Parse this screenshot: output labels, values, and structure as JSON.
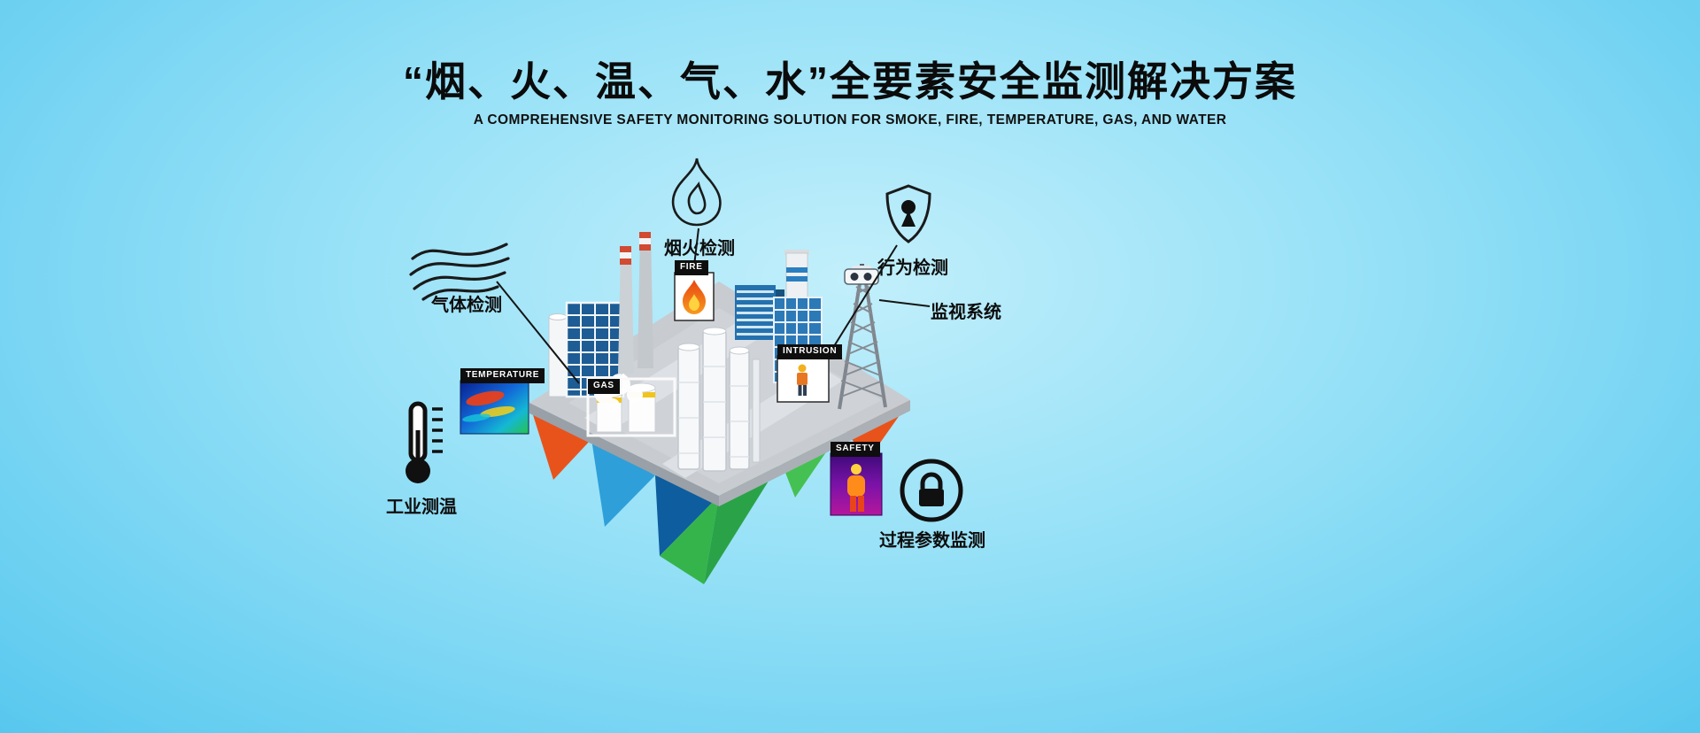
{
  "page": {
    "title": "“烟、火、温、气、水”全要素安全监测解决方案",
    "subtitle": "A COMPREHENSIVE SAFETY MONITORING SOLUTION FOR SMOKE, FIRE, TEMPERATURE, GAS, AND WATER"
  },
  "callouts": {
    "gas_detection": "气体检测",
    "smoke_fire_detection": "烟火检测",
    "behavior_detection": "行为检测",
    "surveillance_system": "监视系统",
    "industrial_temperature": "工业测温",
    "process_parameter_monitoring": "过程参数监测"
  },
  "scene_tags": {
    "temperature": "TEMPERATURE",
    "fire": "FIRE",
    "gas": "GAS",
    "intrusion": "INTRUSION",
    "safety": "SAFETY"
  },
  "icons": {
    "gas_detection": "smoke-waves-icon",
    "smoke_fire_detection": "flame-droplet-icon",
    "behavior_detection": "shield-keyhole-icon",
    "surveillance_system": "camera-tower-icon",
    "industrial_temperature": "thermometer-icon",
    "process_parameter_monitoring": "lock-circle-icon"
  },
  "colors": {
    "background_center": "#c2effb",
    "background_edge": "#2eb2e4",
    "text": "#0b0b0b",
    "tag_background": "#0e0e0e",
    "facet_orange": "#e8531c",
    "facet_blue": "#2e9fd9",
    "facet_blue_dark": "#0d5d9f",
    "facet_green": "#36b44c",
    "platform_gray": "#c8ccd1",
    "building_blue": "#1d5c94",
    "flame_orange": "#e8450f"
  }
}
